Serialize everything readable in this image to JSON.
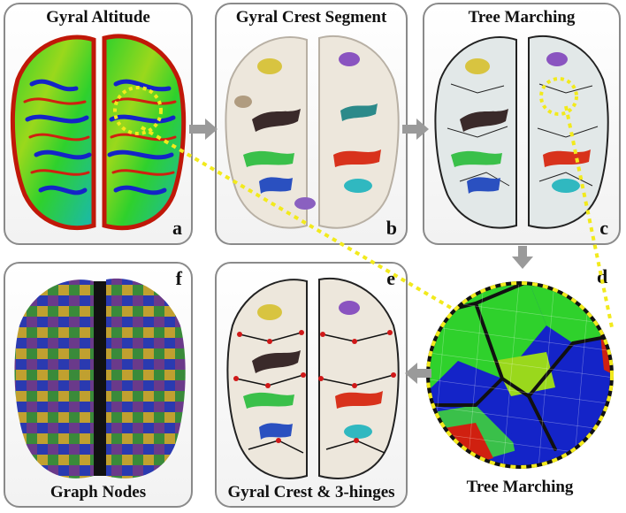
{
  "panels": [
    {
      "id": "a",
      "title": "Gyral Altitude",
      "letter": "a"
    },
    {
      "id": "b",
      "title": "Gyral Crest Segment",
      "letter": "b"
    },
    {
      "id": "c",
      "title": "Tree Marching",
      "letter": "c"
    },
    {
      "id": "d",
      "title": "Tree Marching",
      "letter": "d"
    },
    {
      "id": "e",
      "title": "Gyral Crest & 3-hinges",
      "letter": "e"
    },
    {
      "id": "f",
      "title": "Graph Nodes",
      "letter": "f"
    }
  ],
  "colors": {
    "panel_border": "#8a8a8a",
    "arrow": "#9a9a9a",
    "zoom_dots": "#f2ea1c",
    "altitude_high": "#d02010",
    "altitude_mid": "#2fd12c",
    "altitude_low": "#1424c8",
    "crest_line": "#111111"
  }
}
